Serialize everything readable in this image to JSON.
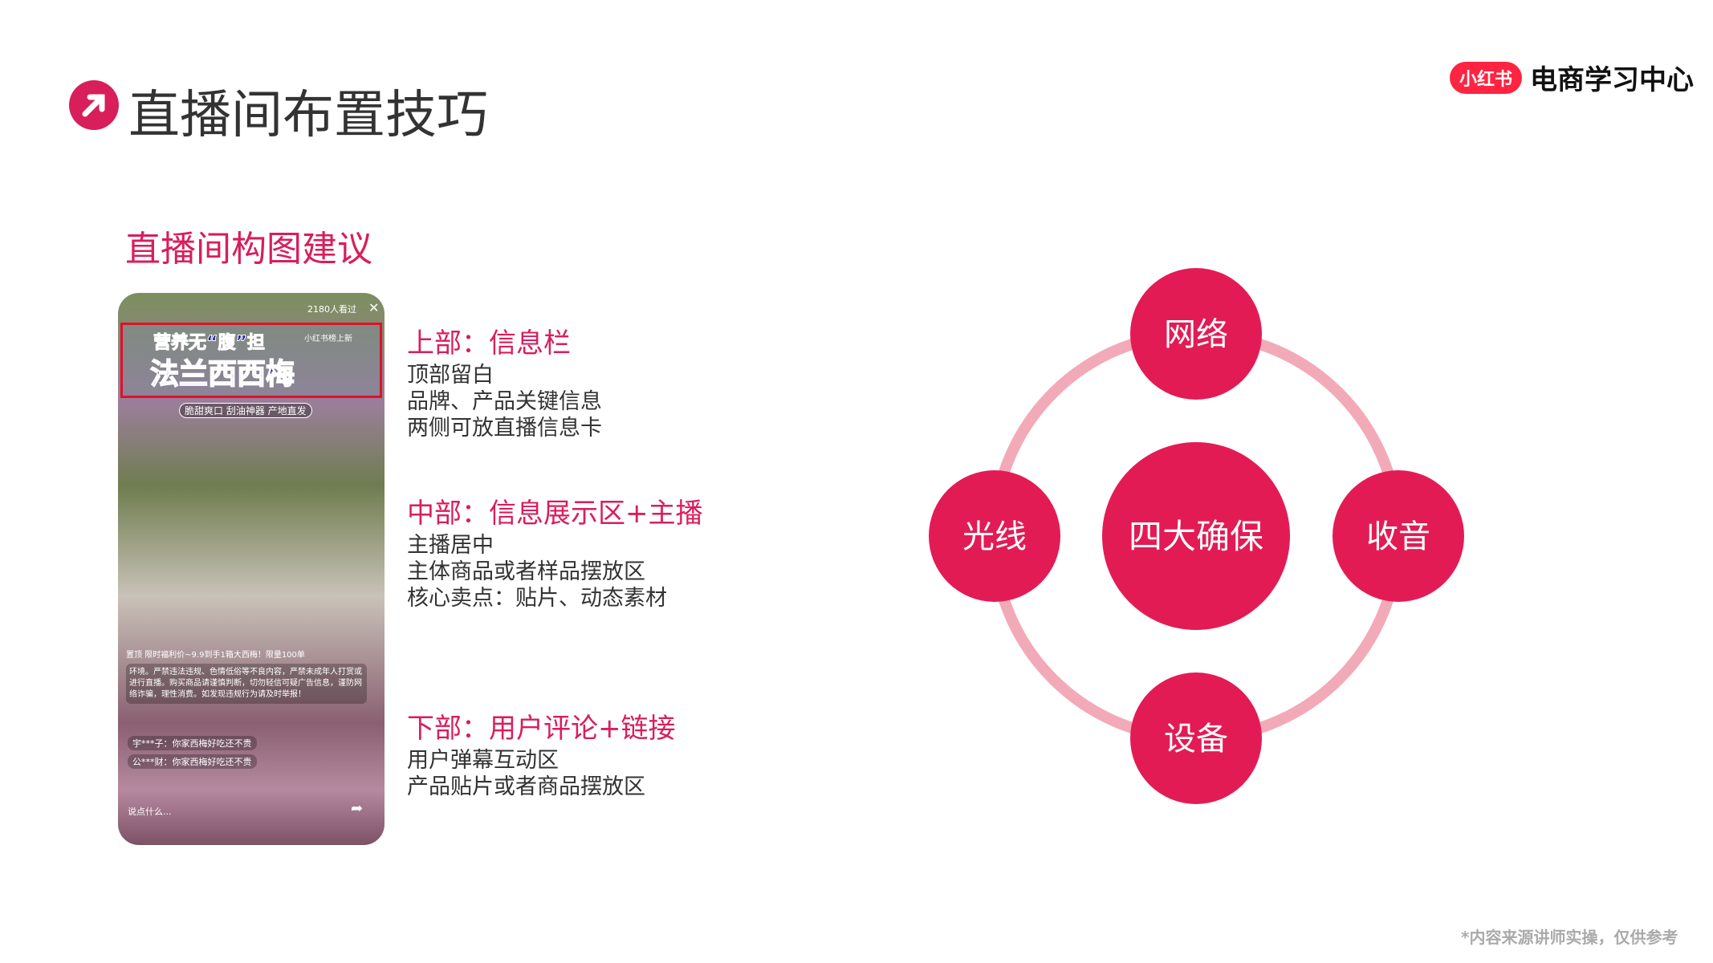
{
  "header": {
    "title": "直播间布置技巧",
    "logo_badge": "小红书",
    "logo_text": "电商学习中心"
  },
  "subtitle": "直播间构图建议",
  "phone": {
    "viewers": "2180人看过",
    "brand_line": "营养无“腹”担",
    "product_title": "法兰西西梅",
    "tagline": "脆甜爽口 刮油神器 产地直发",
    "top_card": "小红书榜上新",
    "pinned": "置顶 限时福利价~9.9到手1箱大西梅！限量100单",
    "notice": "环境。严禁违法违规、色情低俗等不良内容，严禁未成年人打赏或进行直播。购买商品请谨慎判断，切勿轻信可疑广告信息，谨防网络诈骗，理性消费。如发现违规行为请及时举报！",
    "comments": [
      "宇***子：你家西梅好吃还不贵",
      "公***财：你家西梅好吃还不贵"
    ],
    "input_placeholder": "说点什么..."
  },
  "sections": [
    {
      "heading": "上部：信息栏",
      "lines": [
        "顶部留白",
        "品牌、产品关键信息",
        "两侧可放直播信息卡"
      ]
    },
    {
      "heading": "中部：信息展示区+主播",
      "lines": [
        "主播居中",
        "主体商品或者样品摆放区",
        "核心卖点：贴片、动态素材"
      ]
    },
    {
      "heading": "下部：用户评论+链接",
      "lines": [
        "用户弹幕互动区",
        "产品贴片或者商品摆放区"
      ]
    }
  ],
  "diagram": {
    "center": "四大确保",
    "nodes": [
      "网络",
      "光线",
      "收音",
      "设备"
    ],
    "colors": {
      "node": "#e31b54",
      "ring": "#f2aab8"
    }
  },
  "footer": "*内容来源讲师实操，仅供参考",
  "colors": {
    "accent": "#d81e5b",
    "brand": "#ff2442"
  }
}
